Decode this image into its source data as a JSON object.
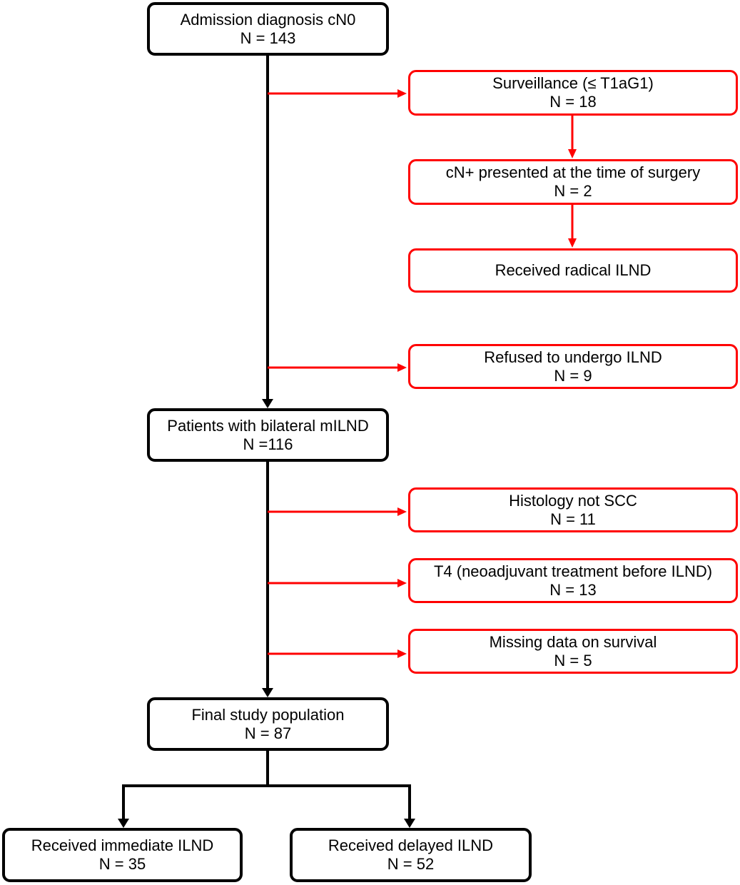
{
  "colors": {
    "main_flow": "#000000",
    "exclusion": "#ff0000",
    "background": "#ffffff"
  },
  "boxes": {
    "admission": {
      "title": "Admission diagnosis cN0",
      "n": "N = 143"
    },
    "surveillance": {
      "title": "Surveillance (≤ T1aG1)",
      "n": "N = 18"
    },
    "cn_plus": {
      "title": "cN+ presented at the time of surgery",
      "n": "N = 2"
    },
    "radical": {
      "title": "Received radical ILND"
    },
    "refused": {
      "title": "Refused to undergo ILND",
      "n": "N = 9"
    },
    "bilateral": {
      "title": "Patients with bilateral mILND",
      "n": "N =116"
    },
    "histology": {
      "title": "Histology not SCC",
      "n": "N = 11"
    },
    "t4": {
      "title": "T4 (neoadjuvant treatment before ILND)",
      "n": "N = 13"
    },
    "missing": {
      "title": "Missing data on survival",
      "n": "N = 5"
    },
    "final": {
      "title": "Final study population",
      "n": "N = 87"
    },
    "immediate": {
      "title": "Received immediate ILND",
      "n": "N = 35"
    },
    "delayed": {
      "title": "Received delayed ILND",
      "n": "N = 52"
    }
  }
}
